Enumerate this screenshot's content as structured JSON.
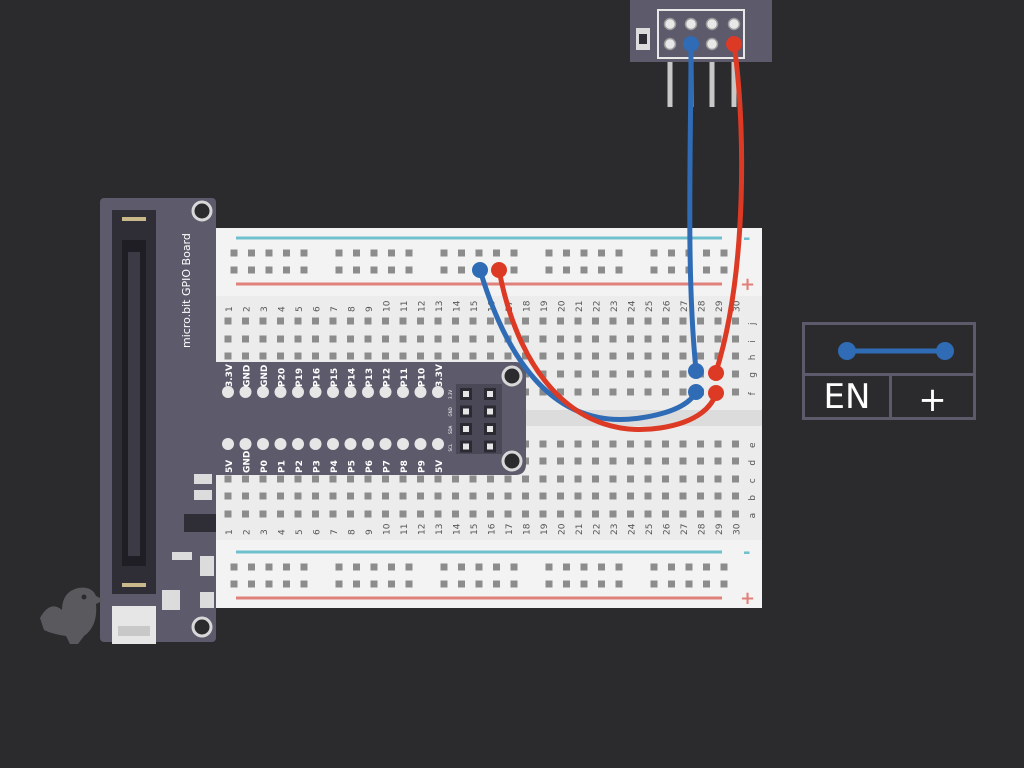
{
  "board": {
    "title": "micro.bit GPIO Board",
    "top_pins": [
      "3.3V",
      "GND",
      "GND",
      "P20",
      "P19",
      "P16",
      "P15",
      "P14",
      "P13",
      "P12",
      "P11",
      "P10",
      "3.3V"
    ],
    "bottom_pins": [
      "5V",
      "GND",
      "P0",
      "P1",
      "P2",
      "P3",
      "P4",
      "P5",
      "P6",
      "P7",
      "P8",
      "P9",
      "5V"
    ],
    "header_labels": [
      "3.3V",
      "GND",
      "SDA",
      "SCL"
    ]
  },
  "breadboard": {
    "column_numbers": [
      "1",
      "2",
      "3",
      "4",
      "5",
      "6",
      "7",
      "8",
      "9",
      "10",
      "11",
      "12",
      "13",
      "14",
      "15",
      "16",
      "17",
      "18",
      "19",
      "20",
      "21",
      "22",
      "23",
      "24",
      "25",
      "26",
      "27",
      "28",
      "29",
      "30"
    ],
    "top_row_letters": [
      "j",
      "i",
      "h",
      "g",
      "f"
    ],
    "bottom_row_letters": [
      "e",
      "d",
      "c",
      "b",
      "a"
    ],
    "rail_minus": "-",
    "rail_plus": "+"
  },
  "wire_selector": {
    "label_en": "EN",
    "label_plus": "+"
  },
  "colors": {
    "background": "#2b2b2d",
    "board": "#5c5a6b",
    "breadboard": "#ececec",
    "rail_blue": "#6fc0cf",
    "rail_red": "#e0807a",
    "wire_blue": "#2f6cb5",
    "wire_red": "#dd3a25",
    "hole": "#8c8c8c"
  }
}
